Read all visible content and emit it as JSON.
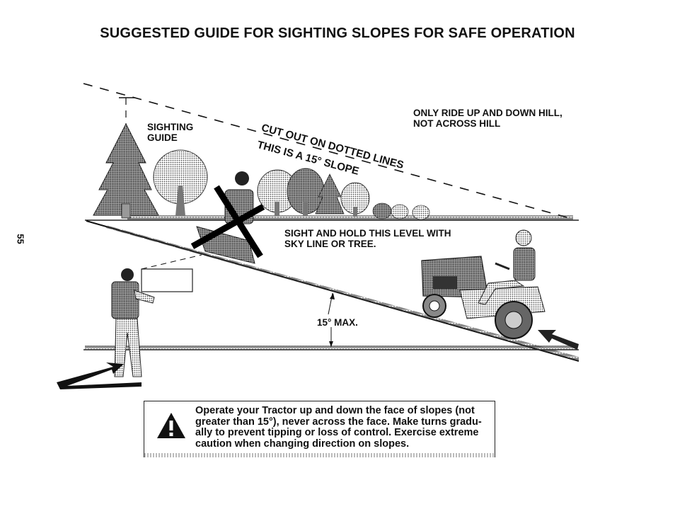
{
  "title": "SUGGESTED GUIDE FOR SIGHTING SLOPES FOR SAFE OPERATION",
  "page_number": "55",
  "labels": {
    "sighting_guide_1": "SIGHTING",
    "sighting_guide_2": "GUIDE",
    "ride_up_down_1": "ONLY RIDE UP AND DOWN HILL,",
    "ride_up_down_2": "NOT ACROSS HILL",
    "cut_out": "CUT OUT ON DOTTED LINES",
    "slope_note": "THIS IS A 15° SLOPE",
    "sight_hold_1": "SIGHT AND HOLD THIS LEVEL WITH",
    "sight_hold_2": "SKY LINE OR TREE.",
    "max_angle": "15° MAX."
  },
  "warning": {
    "line1": "Operate your Tractor up and down the face of slopes (not",
    "line2": "greater than 15°), never across the face. Make turns gradu-",
    "line3": "ally to prevent tipping or loss of control. Exercise extreme",
    "line4": "caution when changing direction on slopes."
  },
  "icons": {
    "warning": "warning-triangle-icon"
  }
}
